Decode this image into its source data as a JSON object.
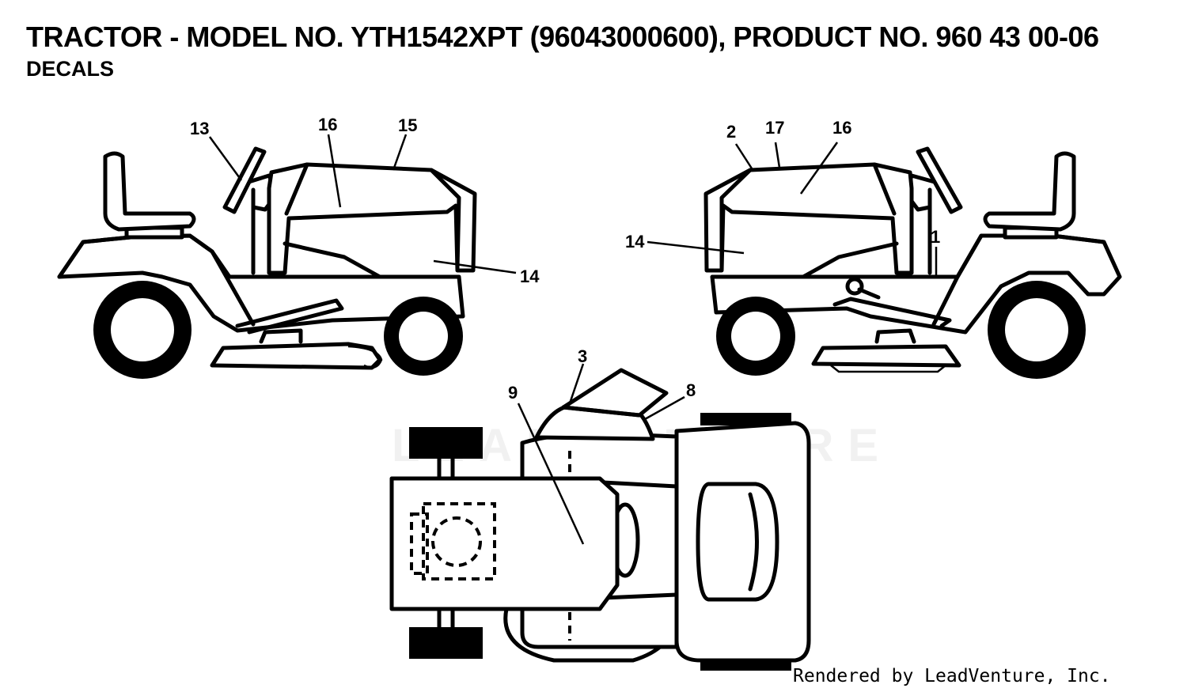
{
  "header": {
    "title": "TRACTOR - MODEL NO. YTH1542XPT (96043000600), PRODUCT NO. 960 43 00-06",
    "subtitle": "DECALS"
  },
  "watermark": "LEADVENTURE",
  "credit": "Rendered by LeadVenture, Inc.",
  "callouts": {
    "left_view": {
      "c13": "13",
      "c16": "16",
      "c15": "15",
      "c14": "14"
    },
    "right_view": {
      "c2": "2",
      "c17": "17",
      "c16": "16",
      "c14": "14",
      "c1": "1"
    },
    "top_view": {
      "c3": "3",
      "c9": "9",
      "c8": "8"
    }
  }
}
